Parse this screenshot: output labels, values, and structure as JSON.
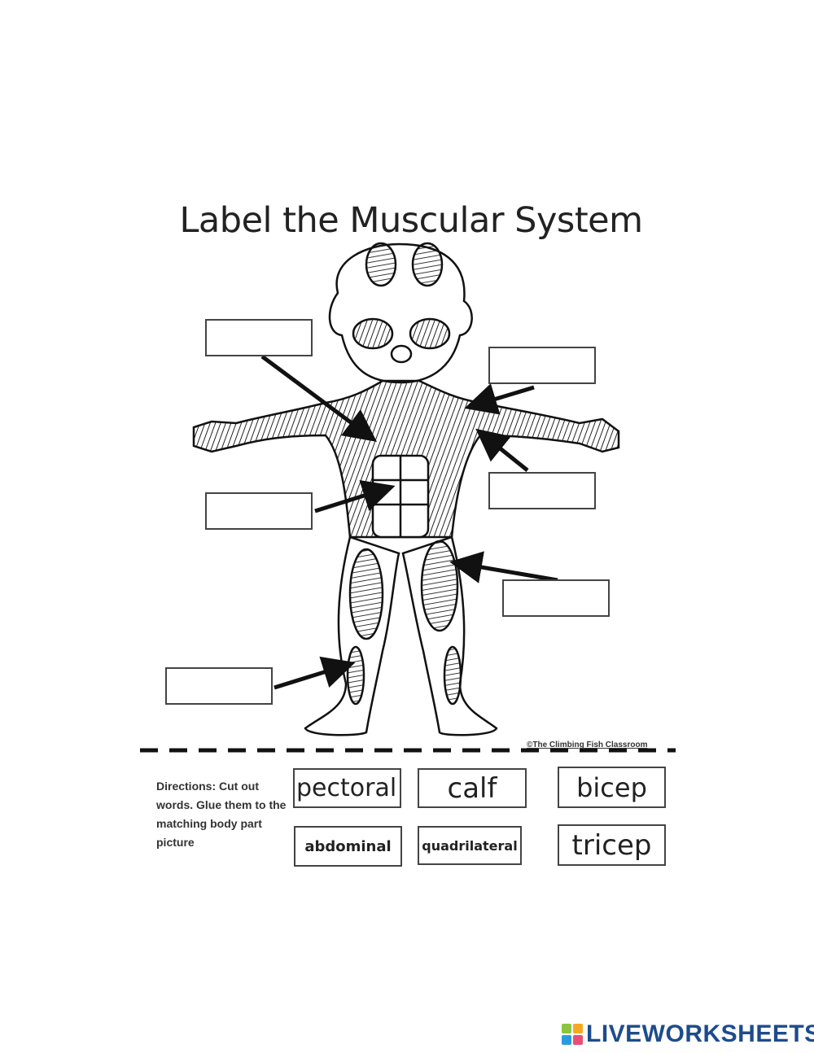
{
  "title": "Label the Muscular System",
  "copyright": "©The Climbing Fish Classroom",
  "directions": "Directions: Cut out words. Glue them to the matching body part picture",
  "word_bank": [
    "pectoral",
    "calf",
    "bicep",
    "abdominal",
    "quadrilateral",
    "tricep"
  ],
  "answer_blanks": [
    "",
    "",
    "",
    "",
    "",
    ""
  ],
  "logo": {
    "text": "LIVEWORKSHEETS",
    "colors": [
      "#8cc63f",
      "#f7a823",
      "#2b9be0",
      "#e94e77"
    ]
  }
}
